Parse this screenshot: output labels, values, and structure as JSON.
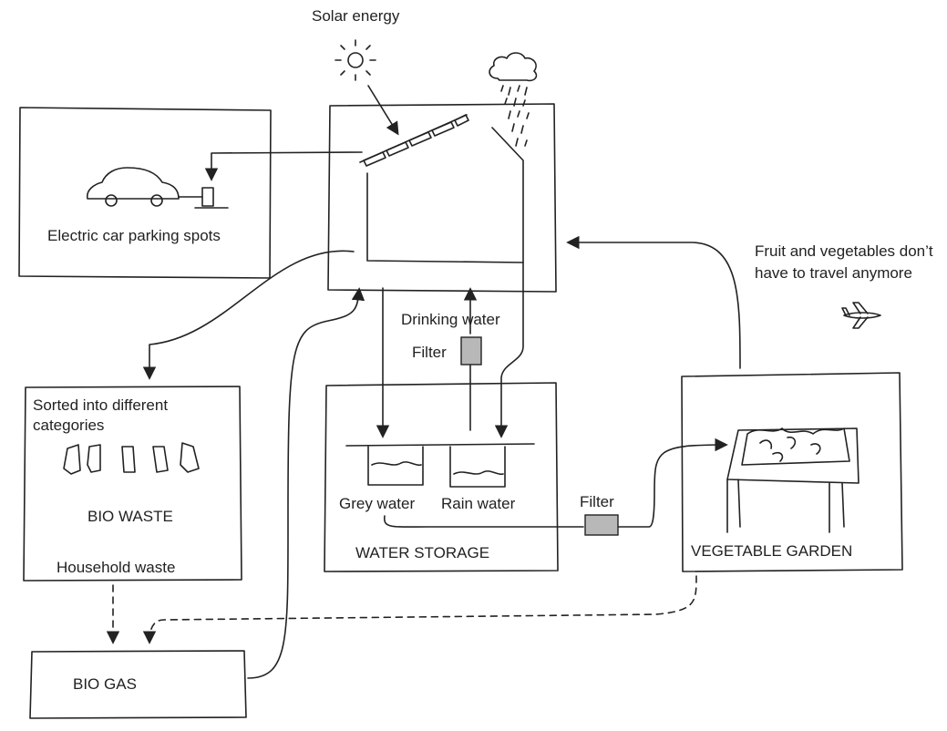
{
  "labels": {
    "solar_energy": "Solar energy",
    "electric_car": "Electric car parking spots",
    "fruit_veg": "Fruit and vegetables don’t have to travel anymore",
    "drinking_water": "Drinking water",
    "filter_top": "Filter",
    "sorted": "Sorted into different categories",
    "bio_waste": "BIO WASTE",
    "household_waste": "Household waste",
    "grey_water": "Grey water",
    "rain_water": "Rain water",
    "filter_mid": "Filter",
    "water_storage": "WATER STORAGE",
    "vegetable_garden": "VEGETABLE GARDEN",
    "bio_gas": "BIO GAS"
  },
  "icons": [
    "sun-icon",
    "rain-cloud-icon",
    "car-icon",
    "charger-icon",
    "airplane-icon",
    "bins-icon",
    "garden-bed-icon",
    "house-icon",
    "solar-panel-icon"
  ],
  "colors": {
    "ink": "#222222",
    "filter_fill": "#b8b8b8"
  }
}
